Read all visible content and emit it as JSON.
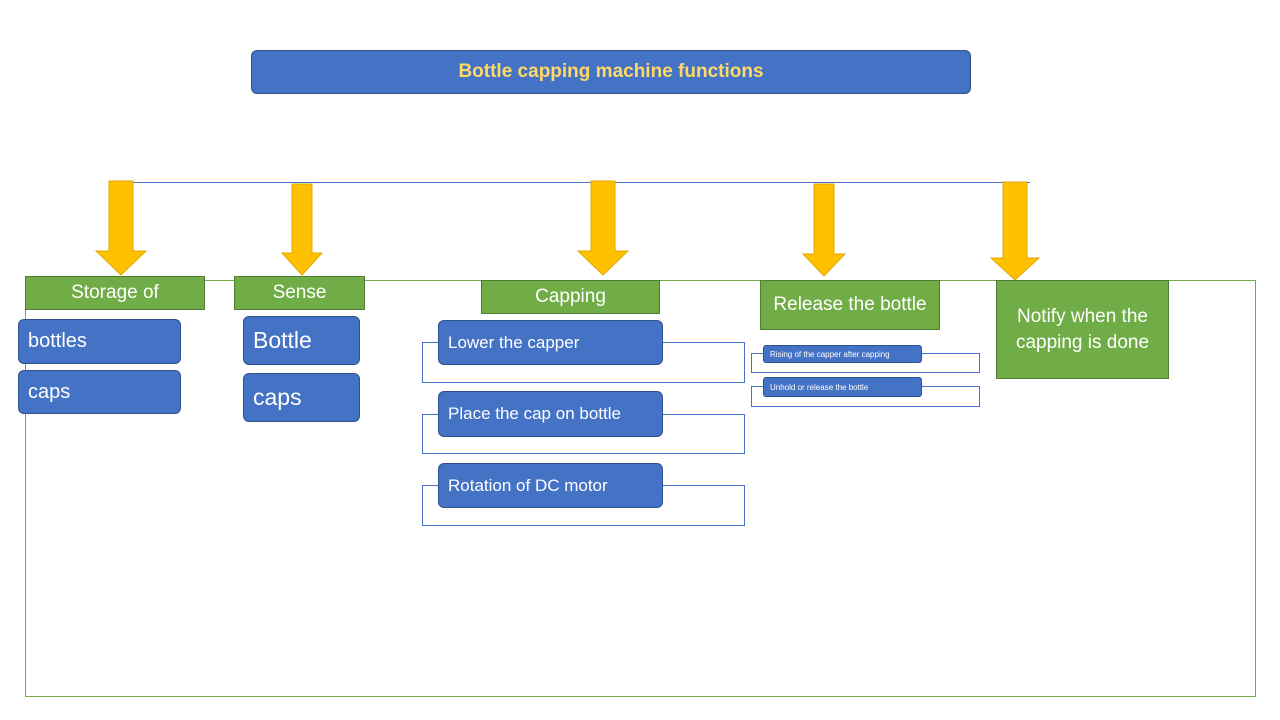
{
  "title": "Bottle capping machine functions",
  "colors": {
    "title_bg": "#4472c4",
    "title_text": "#ffd966",
    "green_box": "#70ad47",
    "blue_box": "#4472c4",
    "arrow_fill": "#ffc000"
  },
  "categories": [
    {
      "label": "Storage of",
      "items": [
        "bottles",
        "caps"
      ]
    },
    {
      "label": "Sense",
      "items": [
        "Bottle",
        "caps"
      ]
    },
    {
      "label": "Capping",
      "items": [
        "Lower the capper",
        "Place the cap on bottle",
        "Rotation of DC motor"
      ]
    },
    {
      "label": "Release the bottle",
      "items": [
        "Rising of the capper after  capping",
        "Unhold or release  the bottle"
      ]
    },
    {
      "label": "Notify when the capping is done",
      "items": []
    }
  ]
}
